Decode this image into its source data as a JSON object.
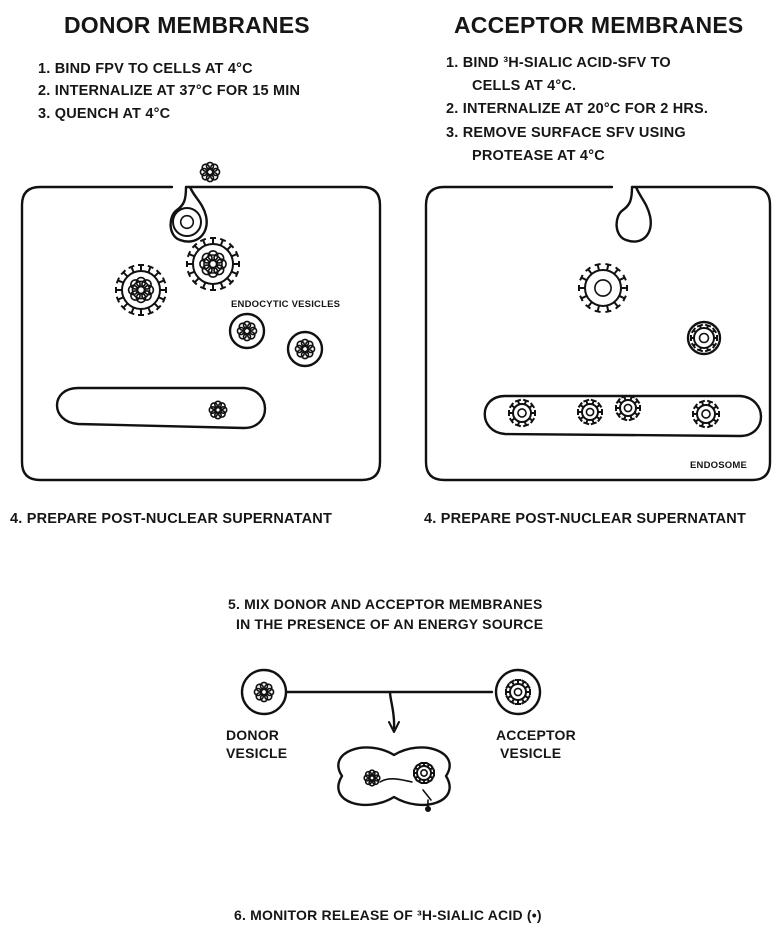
{
  "donor": {
    "title": "DONOR MEMBRANES",
    "steps": [
      "1. BIND FPV TO CELLS AT 4°C",
      "2. INTERNALIZE AT 37°C FOR 15 MIN",
      "3. QUENCH AT 4°C"
    ],
    "vesicle_label": "ENDOCYTIC VESICLES",
    "prepare": "4. PREPARE POST-NUCLEAR SUPERNATANT"
  },
  "acceptor": {
    "title": "ACCEPTOR MEMBRANES",
    "steps": [
      "1. BIND ³H-SIALIC ACID-SFV TO",
      "CELLS AT 4°C.",
      "2. INTERNALIZE AT 20°C FOR 2 HRS.",
      "3. REMOVE SURFACE SFV USING",
      "PROTEASE AT 4°C"
    ],
    "endosome_label": "ENDOSOME",
    "prepare": "4. PREPARE POST-NUCLEAR SUPERNATANT"
  },
  "mix": {
    "line1": "5. MIX DONOR AND ACCEPTOR MEMBRANES",
    "line2": "IN THE PRESENCE OF AN ENERGY SOURCE",
    "donor_label_1": "DONOR",
    "donor_label_2": "VESICLE",
    "acceptor_label_1": "ACCEPTOR",
    "acceptor_label_2": "VESICLE"
  },
  "monitor": "6. MONITOR RELEASE OF ³H-SIALIC ACID (•)"
}
